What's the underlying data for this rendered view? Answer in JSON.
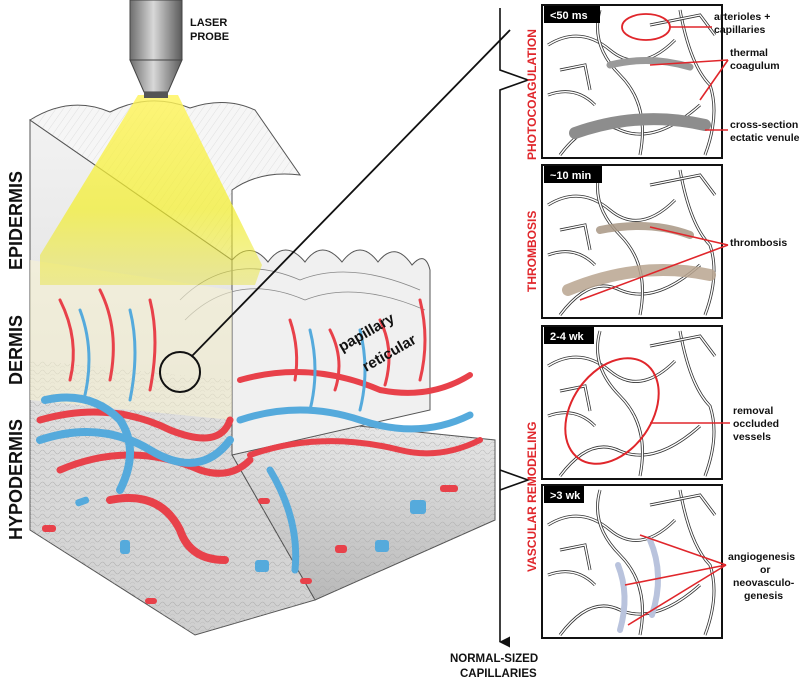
{
  "probe": {
    "line1": "LASER",
    "line2": "PROBE"
  },
  "layers": {
    "epidermis": "EPIDERMIS",
    "dermis": "DERMIS",
    "hypodermis": "HYPODERMIS",
    "papillary": "papillary",
    "reticular": "reticular"
  },
  "phases": [
    {
      "side_label": "PHOTOCOAGULATION",
      "time": "<50 ms",
      "annotations": [
        "arterioles +",
        "capillaries",
        "thermal",
        "coagulum",
        "cross-section",
        "ectatic venule"
      ]
    },
    {
      "side_label": "THROMBOSIS",
      "time": "~10 min",
      "annotations": [
        "thrombosis"
      ]
    },
    {
      "side_label": "VASCULAR REMODELING",
      "time": "2-4 wk",
      "annotations": [
        "removal",
        "occluded",
        "vessels"
      ]
    },
    {
      "side_label": "",
      "time": ">3 wk",
      "annotations": [
        "angiogenesis",
        "or",
        "neovasculo-",
        "genesis"
      ]
    }
  ],
  "endpoint": {
    "line1": "NORMAL-SIZED",
    "line2": "CAPILLARIES"
  },
  "colors": {
    "artery": "#e8414a",
    "vein": "#55aadc",
    "laser": "#f4ee2a",
    "accent_red": "#e0262b",
    "tag_bg": "#000000"
  }
}
